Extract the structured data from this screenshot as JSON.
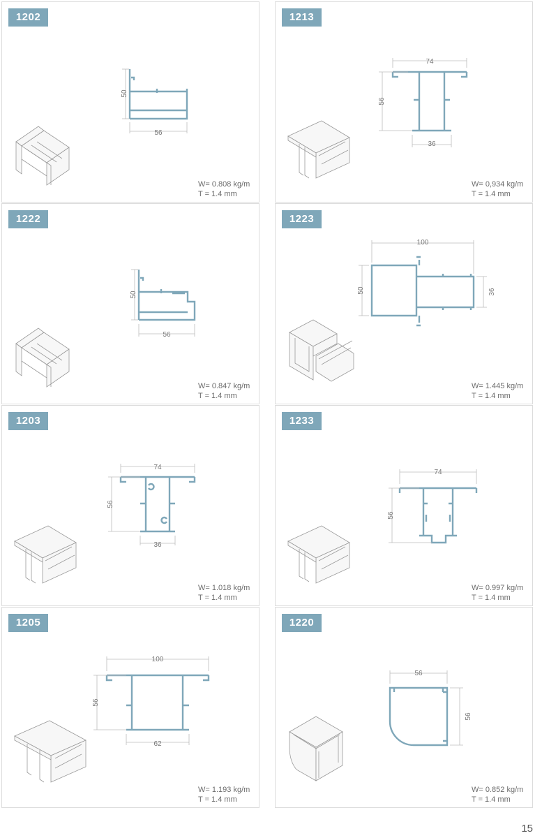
{
  "page_number": "15",
  "accent_color": "#7fa7b9",
  "profiles": [
    {
      "code": "1202",
      "weight": "W= 0.808 kg/m",
      "thickness": "T = 1.4 mm",
      "dims": [
        "50",
        "56"
      ]
    },
    {
      "code": "1213",
      "weight": "W= 0,934 kg/m",
      "thickness": "T = 1.4 mm",
      "dims": [
        "74",
        "56",
        "36"
      ]
    },
    {
      "code": "1222",
      "weight": "W= 0.847 kg/m",
      "thickness": "T = 1.4 mm",
      "dims": [
        "50",
        "56"
      ]
    },
    {
      "code": "1223",
      "weight": "W= 1.445 kg/m",
      "thickness": "T = 1.4 mm",
      "dims": [
        "100",
        "50",
        "36"
      ]
    },
    {
      "code": "1203",
      "weight": "W= 1.018 kg/m",
      "thickness": "T = 1.4 mm",
      "dims": [
        "74",
        "56",
        "36"
      ]
    },
    {
      "code": "1233",
      "weight": "W= 0.997 kg/m",
      "thickness": "T = 1.4 mm",
      "dims": [
        "74",
        "56"
      ]
    },
    {
      "code": "1205",
      "weight": "W= 1.193 kg/m",
      "thickness": "T = 1.4 mm",
      "dims": [
        "100",
        "56",
        "62"
      ]
    },
    {
      "code": "1220",
      "weight": "W= 0.852 kg/m",
      "thickness": "T = 1.4 mm",
      "dims": [
        "56",
        "56"
      ]
    }
  ]
}
